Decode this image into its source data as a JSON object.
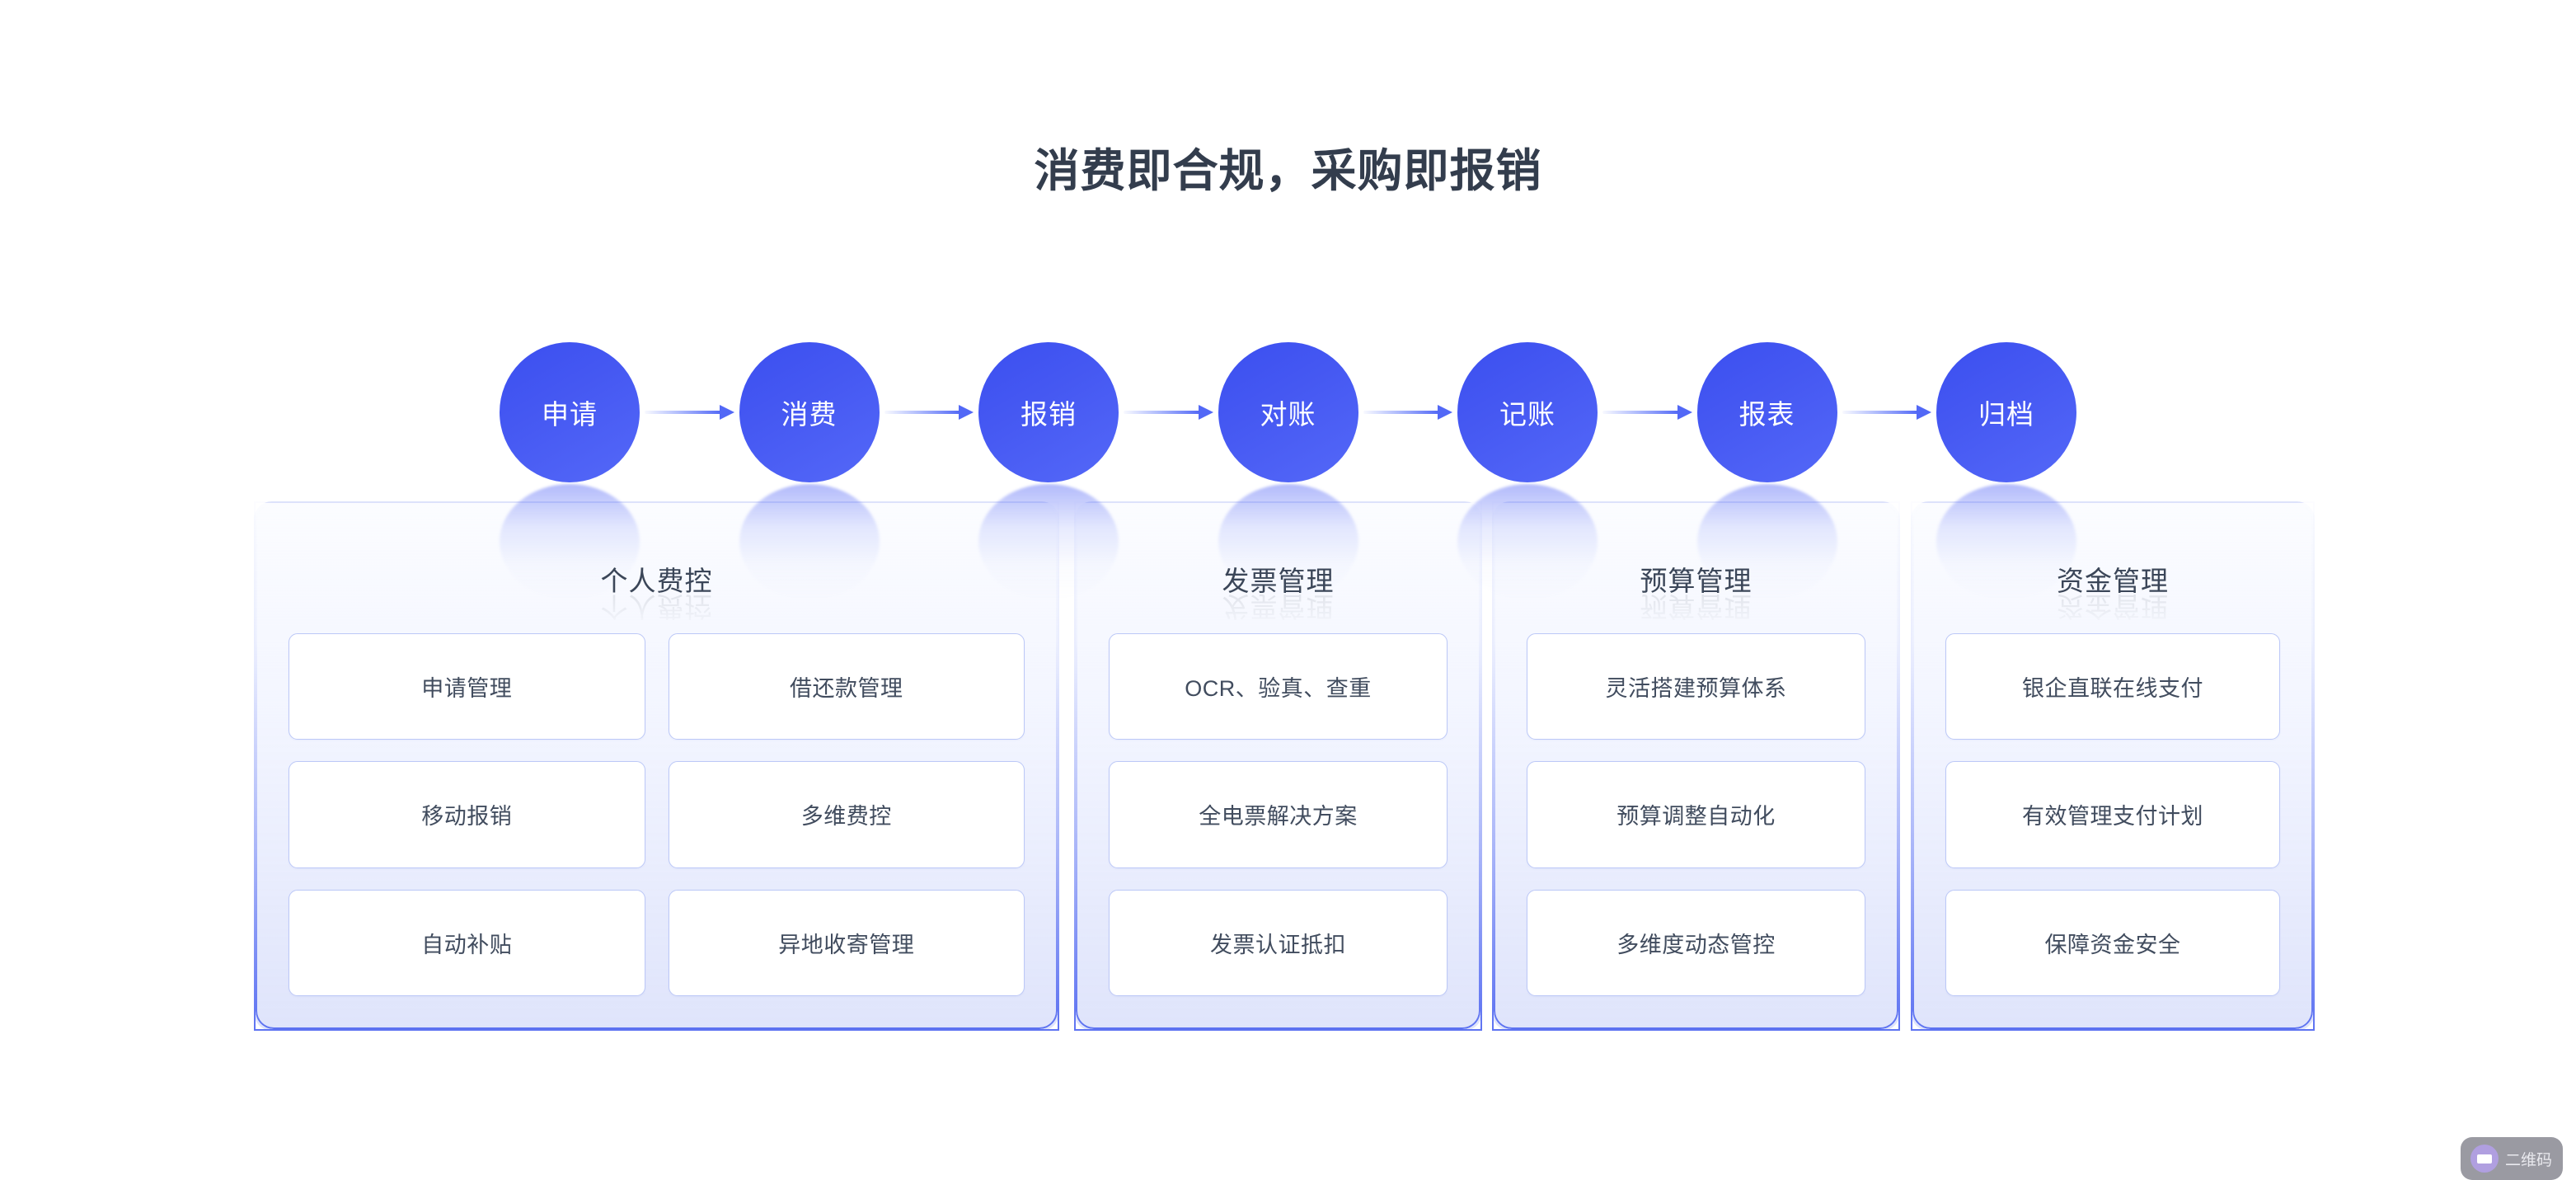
{
  "title": "消费即合规，采购即报销",
  "colors": {
    "title_text": "#333d4d",
    "node_blue": "#4558f2",
    "arrow_blue": "#5268f6",
    "panel_border": "#5d72f1",
    "card_border": "#bcc8f7",
    "card_text": "#414c5e",
    "page_background": "#ffffff"
  },
  "flow": {
    "nodes": [
      {
        "label": "申请"
      },
      {
        "label": "消费"
      },
      {
        "label": "报销"
      },
      {
        "label": "对账"
      },
      {
        "label": "记账"
      },
      {
        "label": "报表"
      },
      {
        "label": "归档"
      }
    ],
    "arrow_icon": "arrow-right-icon"
  },
  "panels": [
    {
      "title": "个人费控",
      "columns": 2,
      "cards": [
        {
          "label": "申请管理"
        },
        {
          "label": "借还款管理"
        },
        {
          "label": "移动报销"
        },
        {
          "label": "多维费控"
        },
        {
          "label": "自动补贴"
        },
        {
          "label": "异地收寄管理"
        }
      ]
    },
    {
      "title": "发票管理",
      "columns": 1,
      "cards": [
        {
          "label": "OCR、验真、查重"
        },
        {
          "label": "全电票解决方案"
        },
        {
          "label": "发票认证抵扣"
        }
      ]
    },
    {
      "title": "预算管理",
      "columns": 1,
      "cards": [
        {
          "label": "灵活搭建预算体系"
        },
        {
          "label": "预算调整自动化"
        },
        {
          "label": "多维度动态管控"
        }
      ]
    },
    {
      "title": "资金管理",
      "columns": 1,
      "cards": [
        {
          "label": "银企直联在线支付"
        },
        {
          "label": "有效管理支付计划"
        },
        {
          "label": "保障资金安全"
        }
      ]
    }
  ],
  "corner_widget": {
    "label": "二维码",
    "icon": "qr-code-icon"
  }
}
